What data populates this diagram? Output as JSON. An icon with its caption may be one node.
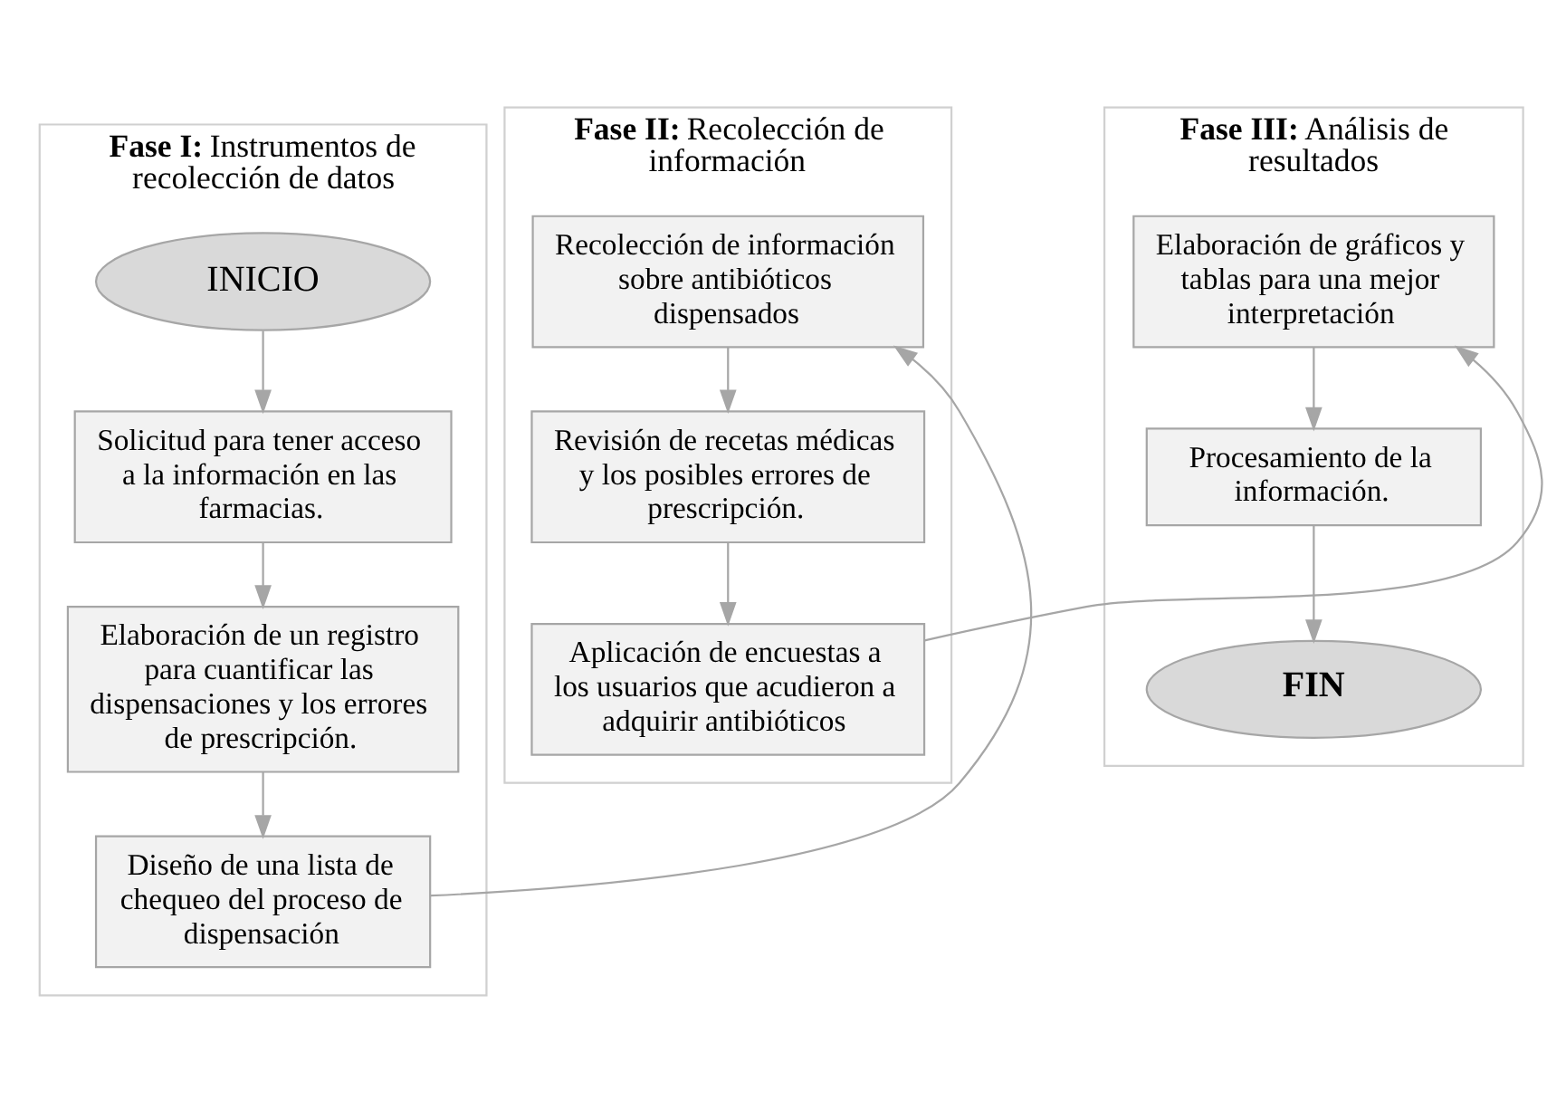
{
  "diagram": {
    "nodes": [
      {
        "text": [
          "**Fase I:** Instrumentos de recolección de datos"
        ]
      },
      {
        "text": [
          "INICIO"
        ],
        "in": 0
      },
      {
        "text": [
          "Solicitud para tener acceso a la información en las farmacias."
        ],
        "in": 0
      },
      {
        "text": [
          "Elaboración de un registro para cuantificar las dispensaciones y los errores de prescripción."
        ],
        "in": 0
      },
      {
        "text": [
          "Diseño de una lista de chequeo del proceso de dispensación"
        ],
        "in": 0
      },
      {
        "text": [
          "**Fase II:** Recolección de información"
        ]
      },
      {
        "text": [
          "Recolección de información sobre antibióticos dispensados"
        ],
        "in": 5
      },
      {
        "text": [
          "Revisión de recetas médicas y los posibles errores de prescripción."
        ],
        "in": 5
      },
      {
        "text": [
          "Aplicación de encuestas a los usuarios que acudieron a adquirir antibióticos"
        ],
        "in": 5
      },
      {
        "text": [
          "**Fase III:** Análisis de resultados"
        ]
      },
      {
        "text": [
          "Elaboración de gráficos y tablas para una mejor interpretación"
        ],
        "in": 9
      },
      {
        "text": [
          "Procesamiento de la información."
        ],
        "in": 9
      },
      {
        "text": [
          "FIN"
        ],
        "in": 9
      }
    ],
    "edges": [
      {
        "from": 1,
        "to": 2,
        "arrow": "to"
      },
      {
        "from": 2,
        "to": 3,
        "arrow": "to"
      },
      {
        "from": 3,
        "to": 4,
        "arrow": "to"
      },
      {
        "from": 4,
        "to": 6,
        "arrow": "to"
      },
      {
        "from": 6,
        "to": 7,
        "arrow": "to"
      },
      {
        "from": 7,
        "to": 8,
        "arrow": "to"
      },
      {
        "from": 8,
        "to": 10,
        "arrow": "to"
      },
      {
        "from": 10,
        "to": 11,
        "arrow": "to"
      },
      {
        "from": 11,
        "to": 12,
        "arrow": "to"
      }
    ]
  }
}
